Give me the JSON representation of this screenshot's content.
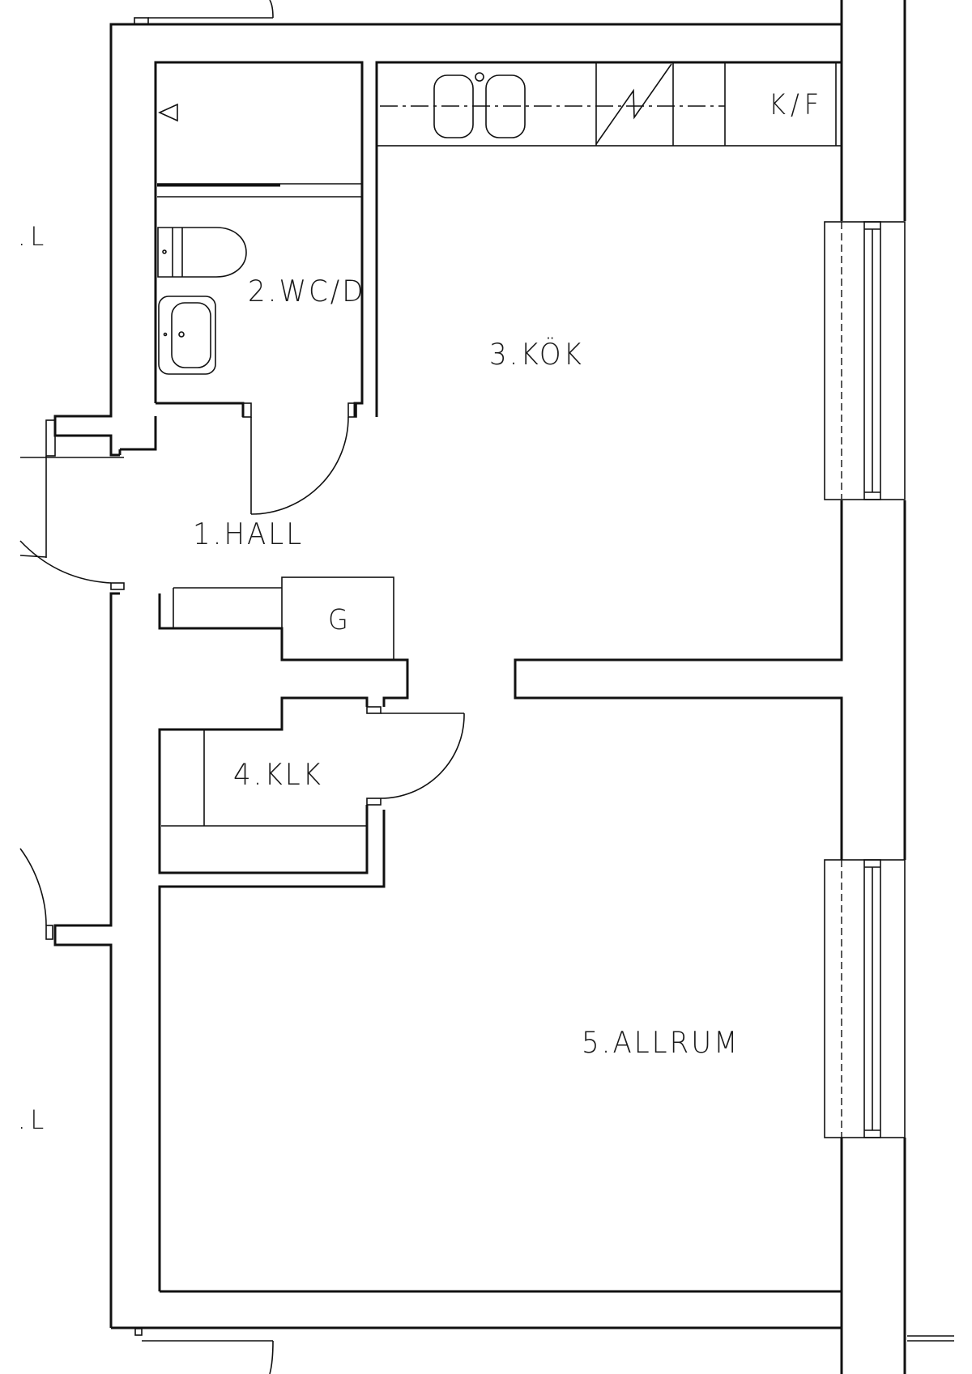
{
  "plan": {
    "rooms": [
      {
        "id": "hall",
        "label": "1.HALL"
      },
      {
        "id": "wc",
        "label": "2.WC/D"
      },
      {
        "id": "kok",
        "label": "3.KÖK"
      },
      {
        "id": "klk",
        "label": "4.KLK"
      },
      {
        "id": "allrum",
        "label": "5.ALLRUM"
      }
    ],
    "fixtures": {
      "fridge_freezer": "K/F",
      "wardrobe": "G"
    },
    "edge_labels": [
      ".L",
      ".L"
    ],
    "colors": {
      "line": "#111111",
      "background": "#ffffff"
    }
  }
}
